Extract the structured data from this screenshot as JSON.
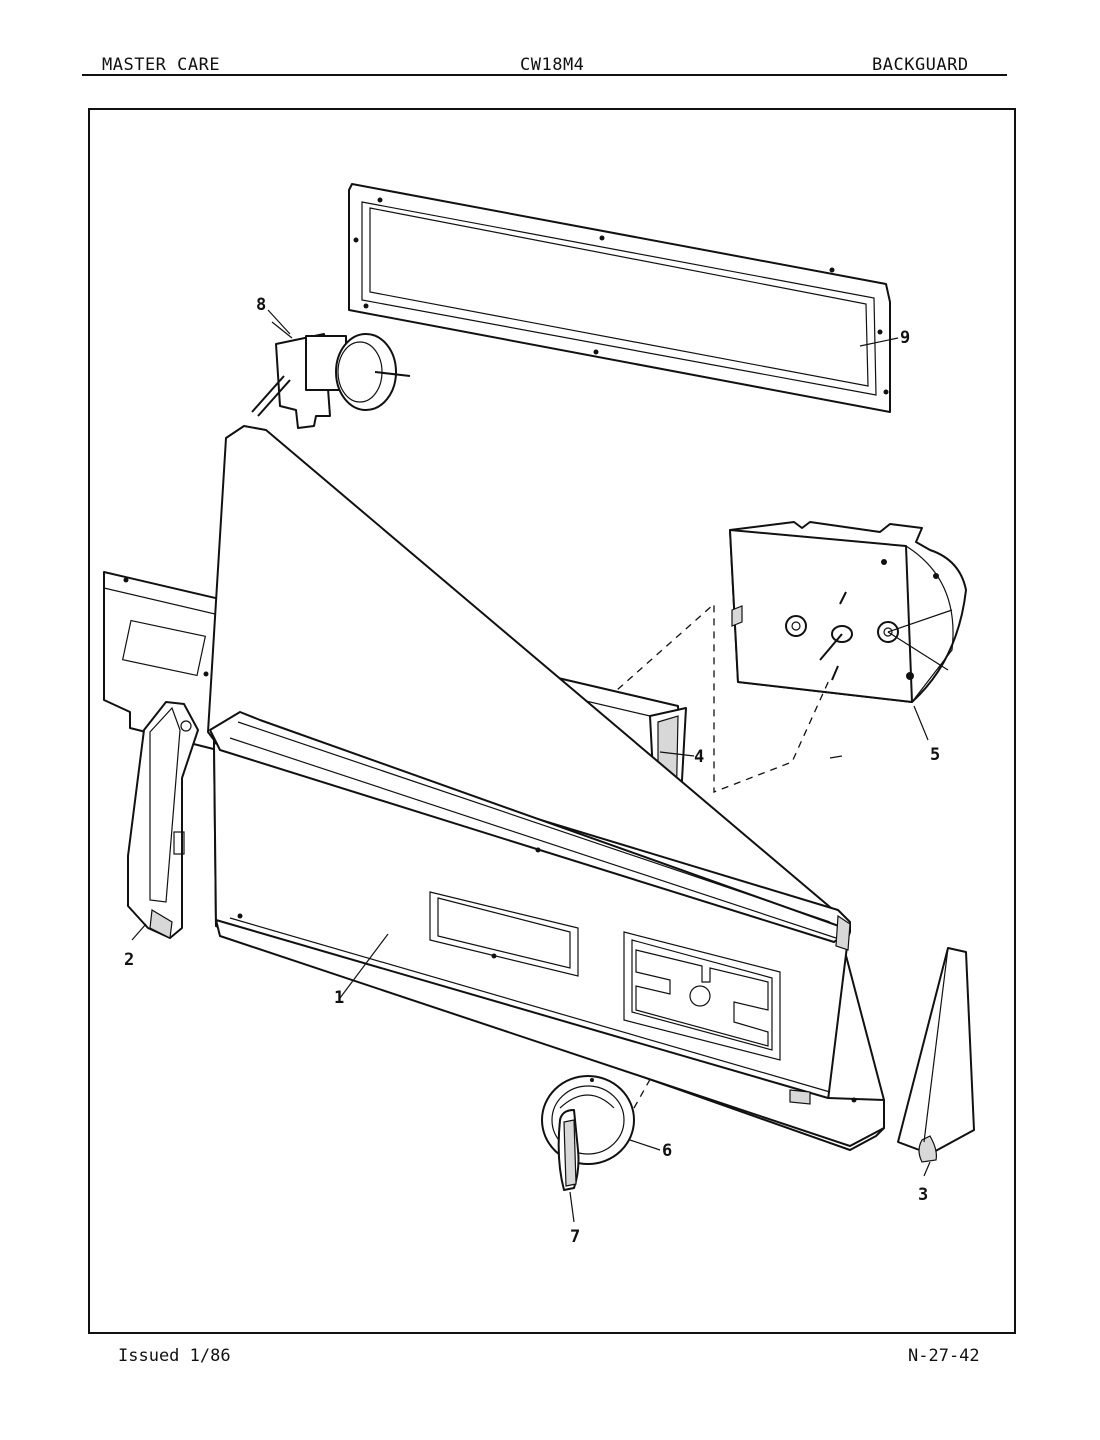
{
  "header": {
    "brand": "MASTER CARE",
    "model": "CW18M4",
    "section": "BACKGUARD"
  },
  "footer": {
    "issued": "Issued 1/86",
    "page_code": "N-27-42"
  },
  "callouts": [
    "1",
    "2",
    "3",
    "4",
    "5",
    "6",
    "7",
    "8",
    "9"
  ]
}
